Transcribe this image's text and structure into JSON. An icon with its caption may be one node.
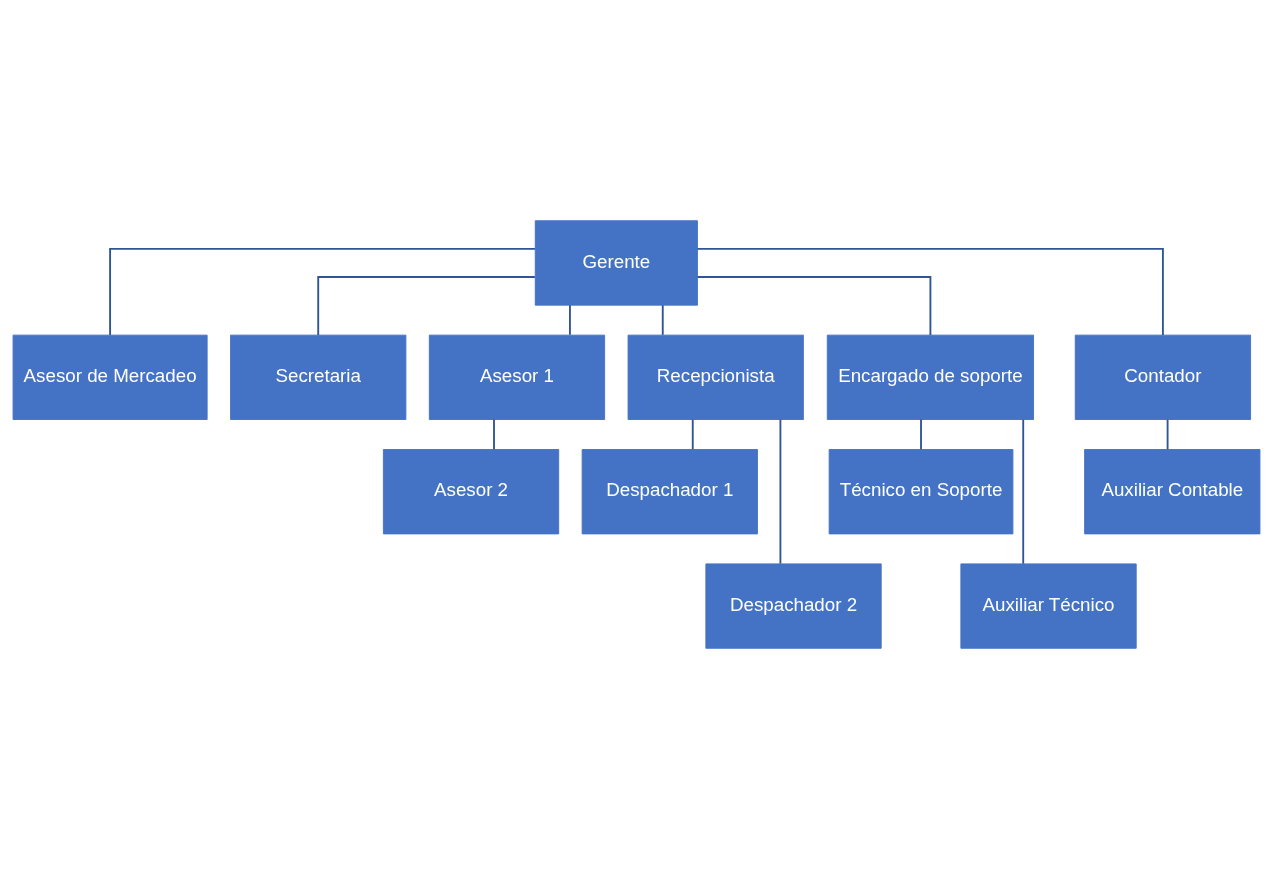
{
  "diagram": {
    "nodes": [
      {
        "text": [
          "Gerente"
        ]
      },
      {
        "text": [
          "Asesor de Mercadeo"
        ]
      },
      {
        "text": [
          "Secretaria"
        ]
      },
      {
        "text": [
          "Asesor 1"
        ]
      },
      {
        "text": [
          "Recepcionista"
        ]
      },
      {
        "text": [
          "Encargado de soporte"
        ]
      },
      {
        "text": [
          "Contador"
        ]
      },
      {
        "text": [
          "Asesor 2"
        ]
      },
      {
        "text": [
          "Despachador 1"
        ]
      },
      {
        "text": [
          "Técnico en Soporte"
        ]
      },
      {
        "text": [
          "Auxiliar Contable"
        ]
      },
      {
        "text": [
          "Despachador 2"
        ]
      },
      {
        "text": [
          "Auxiliar Técnico"
        ]
      }
    ],
    "edges": [
      {
        "from": 0,
        "to": 1,
        "arrow": "none"
      },
      {
        "from": 0,
        "to": 2,
        "arrow": "none"
      },
      {
        "from": 0,
        "to": 3,
        "arrow": "none"
      },
      {
        "from": 0,
        "to": 4,
        "arrow": "none"
      },
      {
        "from": 0,
        "to": 5,
        "arrow": "none"
      },
      {
        "from": 0,
        "to": 6,
        "arrow": "none"
      },
      {
        "from": 3,
        "to": 7,
        "arrow": "none"
      },
      {
        "from": 4,
        "to": 8,
        "arrow": "none"
      },
      {
        "from": 4,
        "to": 11,
        "arrow": "none"
      },
      {
        "from": 5,
        "to": 9,
        "arrow": "none"
      },
      {
        "from": 5,
        "to": 12,
        "arrow": "none"
      },
      {
        "from": 6,
        "to": 10,
        "arrow": "none"
      }
    ]
  }
}
